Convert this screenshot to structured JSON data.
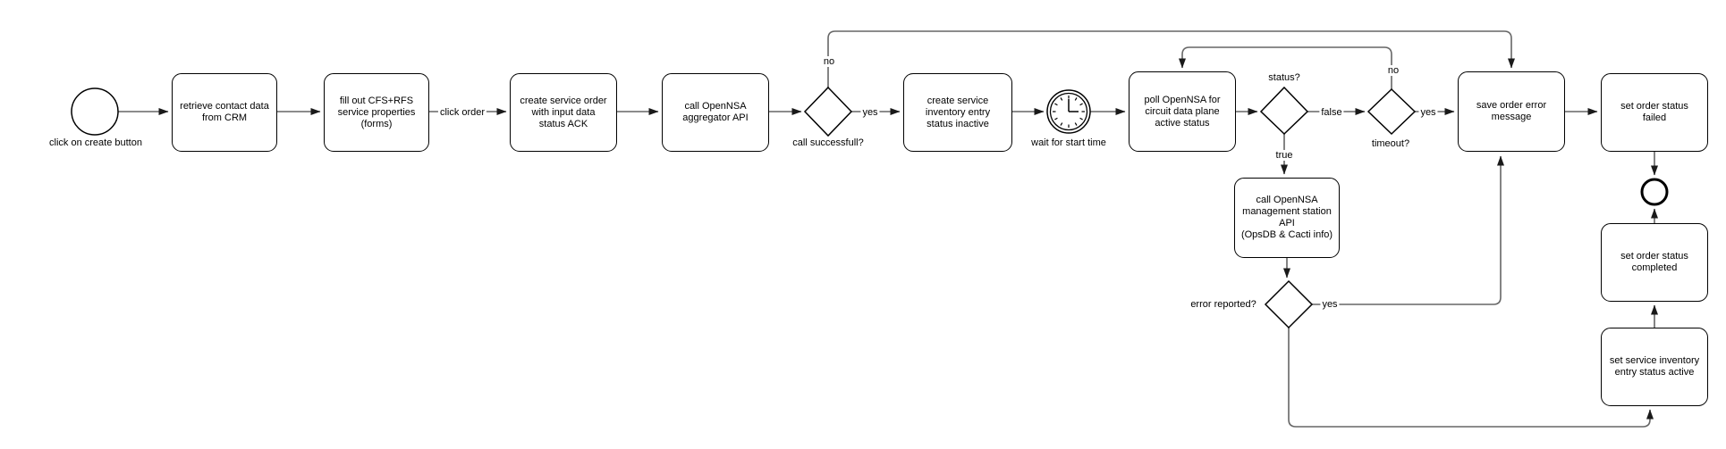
{
  "colors": {
    "background": "#ffffff",
    "connector_line": "#666666",
    "arrowhead": "#1a1a1a",
    "shape_border": "#000000",
    "text": "#000000"
  },
  "nodes": {
    "start_event": {
      "label": "click on create button"
    },
    "retrieve_contact": {
      "label": "retrieve contact data\nfrom CRM"
    },
    "fill_properties": {
      "label": "fill out CFS+RFS\nservice properties\n(forms)"
    },
    "create_order": {
      "label": "create service order\nwith input data\nstatus ACK"
    },
    "call_aggregator": {
      "label": "call OpenNSA\naggregator API"
    },
    "create_inventory": {
      "label": "create service\ninventory entry\nstatus inactive"
    },
    "timer_event": {
      "label": "wait for start time"
    },
    "poll_opennsa": {
      "label": "poll OpenNSA for\ncircuit data plane\nactive status"
    },
    "save_error": {
      "label": "save order error\nmessage"
    },
    "set_failed": {
      "label": "set order status\nfailed"
    },
    "call_mgmt": {
      "label": "call OpenNSA\nmanagement station\nAPI\n(OpsDB & Cacti info)"
    },
    "set_completed": {
      "label": "set order status\ncompleted"
    },
    "set_inventory_active": {
      "label": "set service inventory\nentry status active"
    }
  },
  "gateways": {
    "call_successful": {
      "question": "call successfull?",
      "yes": "yes",
      "no": "no"
    },
    "status": {
      "question": "status?",
      "false": "false",
      "true": "true"
    },
    "timeout": {
      "question": "timeout?",
      "yes": "yes",
      "no": "no"
    },
    "error_reported": {
      "question": "error reported?",
      "yes": "yes"
    }
  },
  "edge_labels": {
    "click_order": "click order"
  }
}
